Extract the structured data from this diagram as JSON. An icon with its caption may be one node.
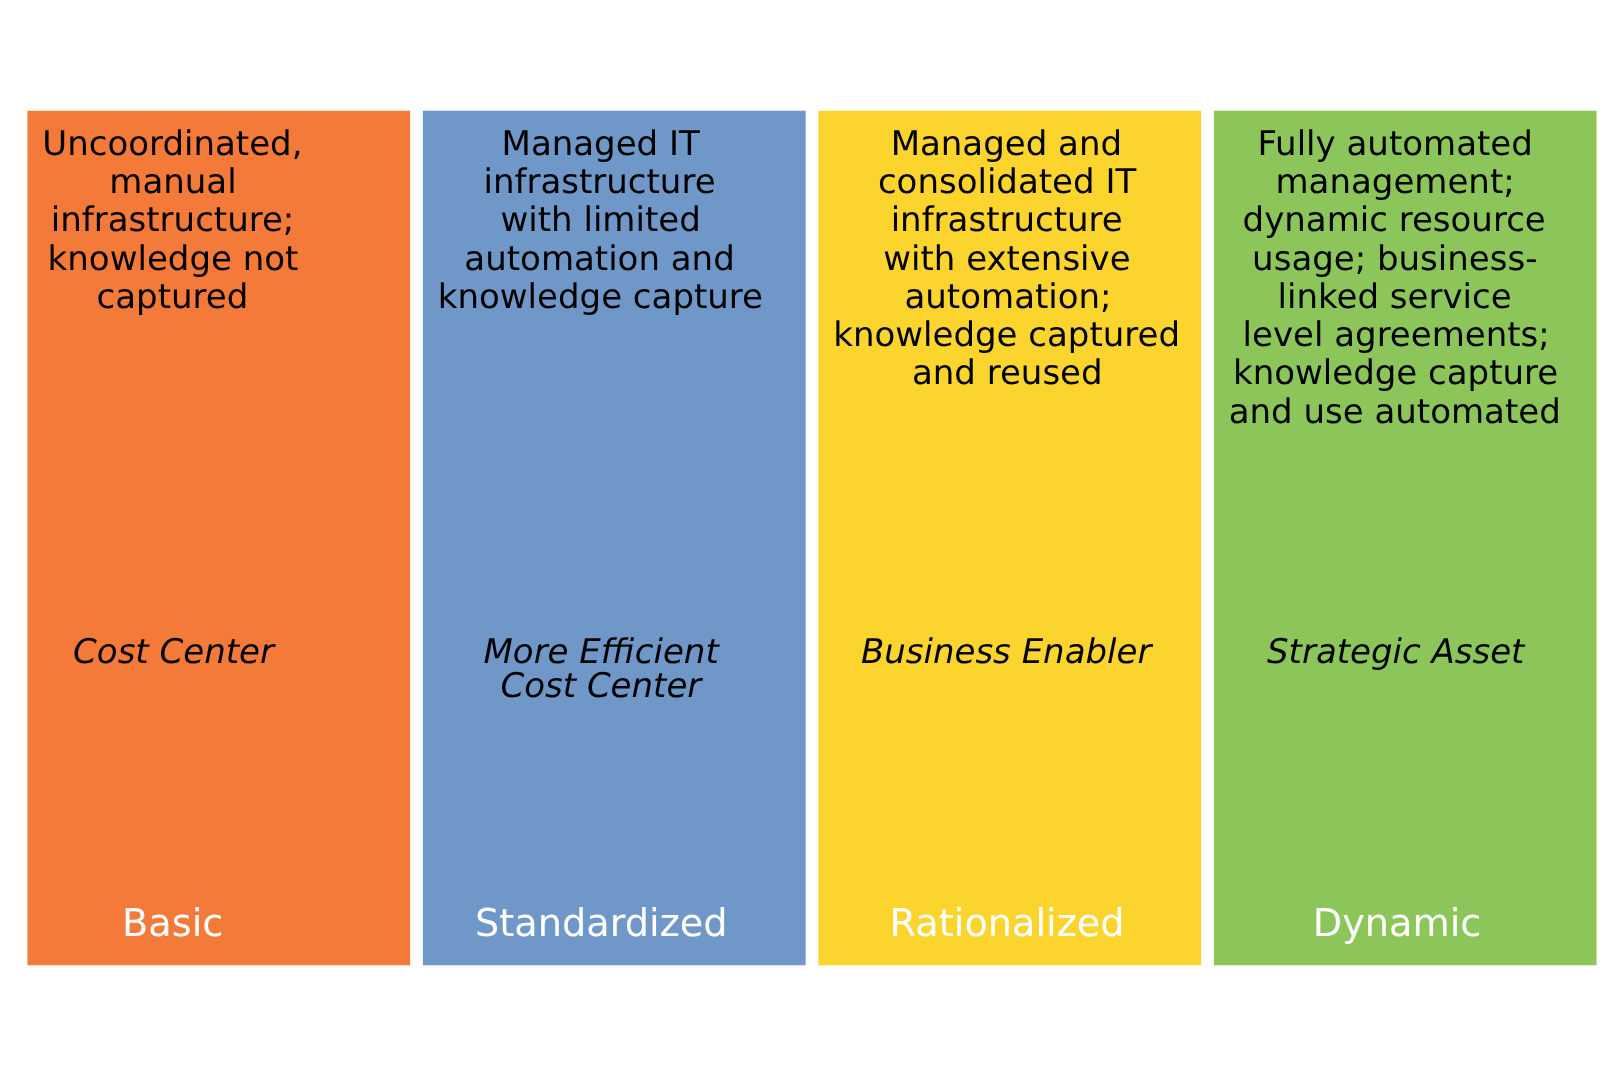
{
  "diagram": {
    "nodes": [
      {
        "text": [
          "Uncoordinated, manual infrastructure; knowledge not captured",
          "Cost Center",
          "Basic"
        ]
      },
      {
        "text": [
          "Managed IT infrastructure with limited automation and knowledge capture",
          "More Efficient Cost Center",
          "Standardized"
        ]
      },
      {
        "text": [
          "Managed and consolidated IT infrastructure with extensive automation; knowledge captured and reused",
          "Business Enabler",
          "Rationalized"
        ]
      },
      {
        "text": [
          "Fully automated management; dynamic resource usage; business-linked service level agreements; knowledge capture and use automated",
          "Strategic Asset",
          "Dynamic"
        ]
      }
    ]
  }
}
